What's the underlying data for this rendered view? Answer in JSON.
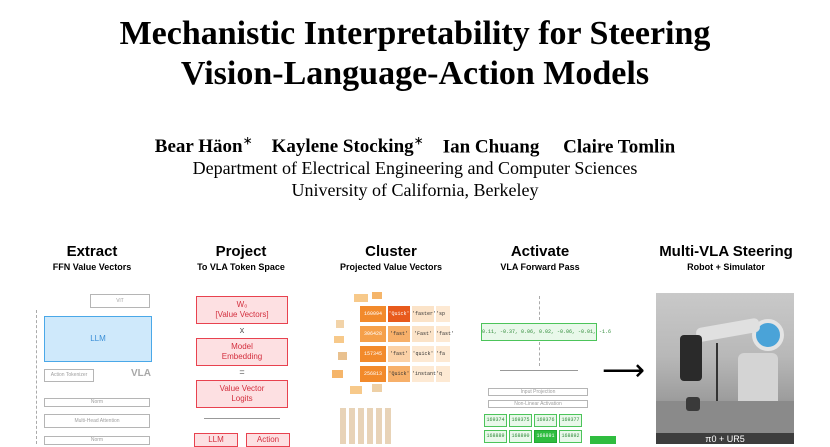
{
  "paper": {
    "title_line1": "Mechanistic Interpretability for Steering",
    "title_line2": "Vision-Language-Action Models",
    "authors": [
      {
        "name": "Bear Häon",
        "mark": "∗"
      },
      {
        "name": "Kaylene Stocking",
        "mark": "∗"
      },
      {
        "name": "Ian Chuang",
        "mark": ""
      },
      {
        "name": "Claire Tomlin",
        "mark": ""
      }
    ],
    "affiliation_line1": "Department of Electrical Engineering and Computer Sciences",
    "affiliation_line2": "University of California, Berkeley"
  },
  "figure": {
    "extract": {
      "title": "Extract",
      "subtitle": "FFN Value Vectors",
      "vit": "ViT",
      "llm": "LLM",
      "action_tokenizer": "Action Tokenizer",
      "vla": "VLA",
      "norm": "Norm",
      "mha": "Multi-Head Attention",
      "norm2": "Norm"
    },
    "project": {
      "title": "Project",
      "subtitle": "To VLA Token Space",
      "wo_line1": "W₀",
      "wo_line2": "[Value Vectors]",
      "times": "x",
      "emb_line1": "Model",
      "emb_line2": "Embedding",
      "equals": "=",
      "logits_line1": "Value Vector",
      "logits_line2": "Logits",
      "llm": "LLM",
      "action": "Action"
    },
    "cluster": {
      "title": "Cluster",
      "subtitle": "Projected Value Vectors",
      "rows": [
        {
          "id": "160094",
          "a": "'Quick'",
          "b": "'faster'",
          "c": "'sp"
        },
        {
          "id": "306428",
          "a": "'fast'",
          "b": "'Fast'",
          "c": "'fast'"
        },
        {
          "id": "157345",
          "a": "'fast'",
          "b": "'quick'",
          "c": "'fa"
        },
        {
          "id": "256813",
          "a": "'Quick'",
          "b": "'instant'",
          "c": "'q"
        }
      ]
    },
    "activate": {
      "title": "Activate",
      "subtitle": "VLA Forward Pass",
      "vector": "0.11, -0.37, 0.06, 0.02, -0.06, -0.01, -1.6",
      "input_projection": "Input Projection",
      "nonlinear": "Non-Linear Activation",
      "cells": [
        "169374",
        "169375",
        "169376",
        "169377",
        "168889",
        "168890",
        "168891",
        "168892"
      ]
    },
    "steer": {
      "title": "Multi-VLA Steering",
      "subtitle": "Robot + Simulator",
      "caption": "π0 + UR5"
    },
    "arrow": "⟶"
  }
}
